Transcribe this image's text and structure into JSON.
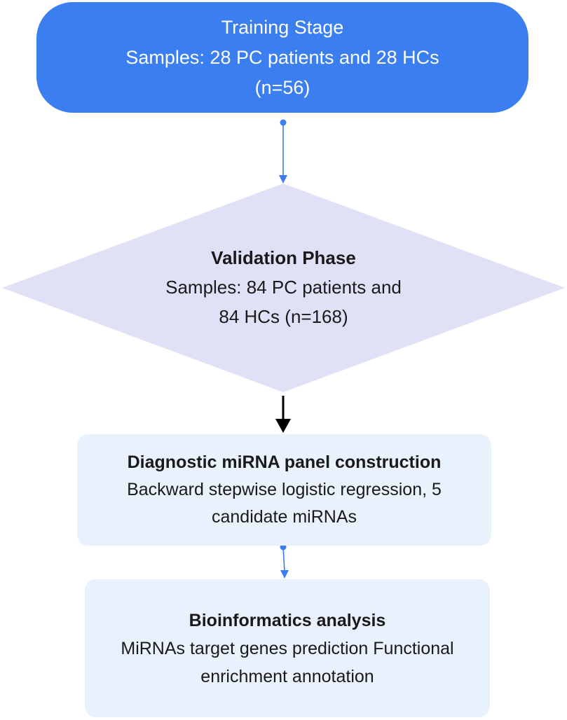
{
  "training": {
    "title": "Training Stage",
    "line2": "Samples: 28 PC patients and 28 HCs",
    "line3": "(n=56)"
  },
  "validation": {
    "title": "Validation Phase",
    "line2": "Samples: 84 PC patients and",
    "line3": "84 HCs (n=168)"
  },
  "panel": {
    "title": "Diagnostic miRNA panel construction",
    "line2": "Backward stepwise logistic regression, 5",
    "line3": "candidate miRNAs"
  },
  "bioinfo": {
    "title": "Bioinformatics analysis",
    "line2": "MiRNAs target genes prediction Functional",
    "line3": "enrichment annotation"
  },
  "colors": {
    "training_fill": "#3a7ef0",
    "diamond_fill": "#e0e0f7",
    "box_fill": "#e9f1fd",
    "blue_connector": "#3a7ef0",
    "black_connector": "#000000"
  }
}
